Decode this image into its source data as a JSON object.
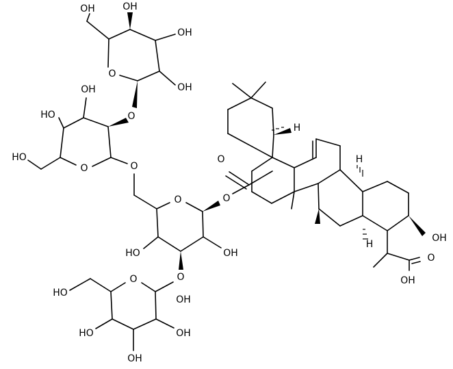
{
  "structure": {
    "atom_labels": {
      "s4_ch2oh": "OH",
      "s4_oh_top": "OH",
      "s4_oh_3": "OH",
      "s4_oh_2": "OH",
      "s4_ring_o": "O",
      "s4_link_o": "O",
      "s3_oh_4": "HO",
      "s3_oh_3": "OH",
      "s3_ch2oh": "HO",
      "s3_ring_o": "O",
      "s3_link_o": "O",
      "s1_oh_4": "HO",
      "s1_oh_2": "OH",
      "s1_ring_o": "O",
      "s1_link_o": "O",
      "s2_ch2oh": "HO",
      "s2_ring_o": "O",
      "s2_oh_3": "OH",
      "s2_oh_4": "HO",
      "s2_oh_2": "OH",
      "s2_oh_bottom": "OH",
      "ester_o_carbonyl": "O",
      "ester_o": "O",
      "c3_oh": "OH",
      "acid_o_carbonyl": "O",
      "acid_oh": "OH",
      "h_18": "H",
      "h_9": "H",
      "h_5": "H"
    }
  }
}
